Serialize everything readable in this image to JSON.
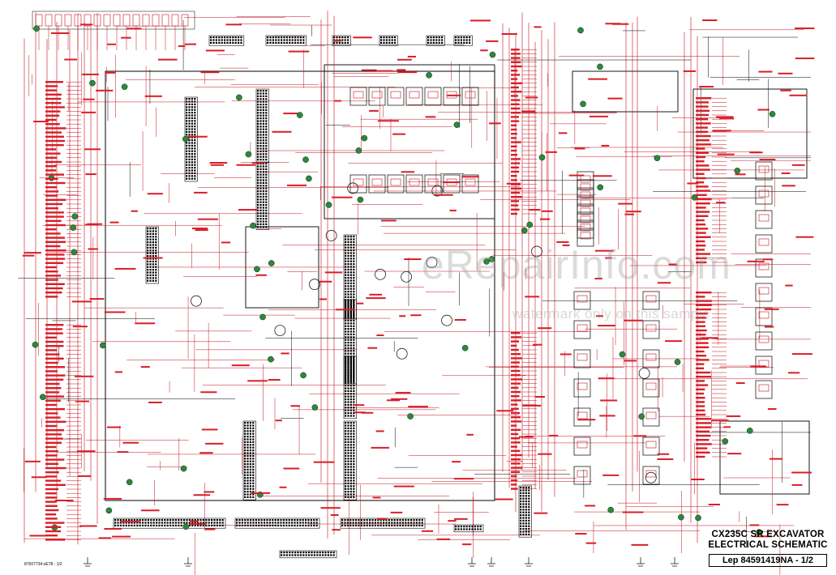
{
  "document": {
    "title_line1": "CX235C SR EXCAVATOR",
    "title_line2": "ELECTRICAL SCHEMATIC",
    "reference": "Lep 84591419NA - 1/2",
    "footer_code": "87607734-sE78 - 1/2"
  },
  "watermark": {
    "main": "eRepairInfo.com",
    "sub": "watermark only on this sample"
  },
  "colors": {
    "wire": "#c1121f",
    "ink": "#000000",
    "paper": "#ffffff",
    "label_fill": "#d81e28",
    "connector_fill": "#2a8a3a",
    "watermark": "#9a9a9a"
  },
  "icons": {
    "connector": "connector-block-icon",
    "relay": "relay-icon",
    "ground": "ground-icon",
    "fuse": "fuse-icon",
    "node": "circle-node-icon"
  }
}
